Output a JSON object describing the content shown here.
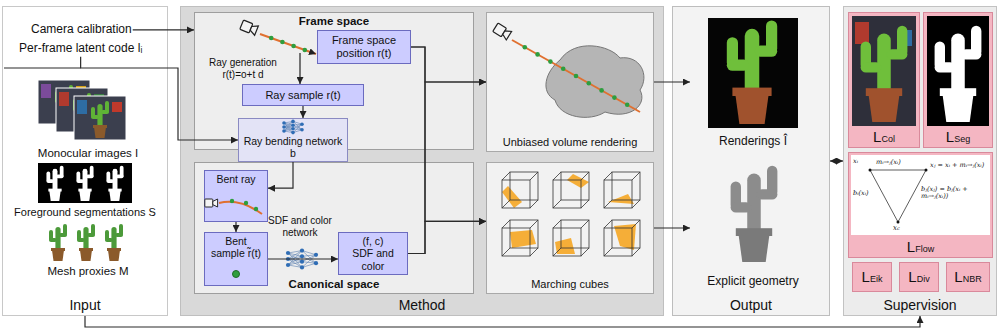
{
  "diagram": {
    "nodes": [
      {
        "text": [
          "Input"
        ]
      },
      {
        "text": [
          "Camera calibration"
        ],
        "in": 0
      },
      {
        "text": [
          "Per-frame latent code lᵢ"
        ],
        "in": 0
      },
      {
        "text": [
          "Method"
        ]
      },
      {
        "text": [
          "Frame space"
        ],
        "in": 3
      },
      {
        "text": [
          "Frame space position r(t)"
        ],
        "in": 4
      },
      {
        "text": [
          "Ray sample r(t)"
        ],
        "in": 4
      },
      {
        "text": [
          "Ray bending network b"
        ],
        "in": 3
      },
      {
        "text": [
          "Canonical space"
        ],
        "in": 3
      },
      {
        "text": [
          "Bent ray"
        ],
        "in": 8
      },
      {
        "text": [
          "Bent sample r̃(t)"
        ],
        "in": 8
      },
      {
        "text": [
          "(f, c)",
          "SDF and color"
        ],
        "in": 8
      },
      {
        "text": [
          "Unbiased volume rendering"
        ],
        "in": 3
      },
      {
        "text": [
          "Marching cubes"
        ],
        "in": 3
      },
      {
        "text": [
          "Output"
        ]
      },
      {
        "text": [
          "Renderings Î"
        ],
        "in": 14
      },
      {
        "text": [
          "Explicit geometry"
        ],
        "in": 14
      },
      {
        "text": [
          "Supervision"
        ]
      },
      {
        "text": [
          "LCol"
        ],
        "in": 17
      },
      {
        "text": [
          "LSeg"
        ],
        "in": 17
      },
      {
        "text": [
          "LFlow",
          "xᵢ",
          "mᵢ→ⱼ(xᵢ)",
          "xⱼ = xᵢ + mᵢ→ⱼ(xᵢ)",
          "bᵢ(xᵢ)",
          "bⱼ(xⱼ) = bⱼ(xᵢ + mᵢ→ⱼ(xᵢ))",
          "xc"
        ],
        "in": 17
      },
      {
        "text": [
          "LEik"
        ],
        "in": 17
      },
      {
        "text": [
          "LDiv"
        ],
        "in": 17
      },
      {
        "text": [
          "LNBR"
        ],
        "in": 17
      }
    ],
    "edges": [
      {
        "from": 1,
        "to": 4,
        "arrow": "to"
      },
      {
        "from": 2,
        "to": 7,
        "arrow": "to"
      },
      {
        "from": 6,
        "to": 7,
        "arrow": "to"
      },
      {
        "from": 7,
        "to": 9,
        "arrow": "to"
      },
      {
        "from": 9,
        "to": 10,
        "arrow": "to"
      },
      {
        "from": 10,
        "to": 11,
        "arrow": "to"
      },
      {
        "from": 5,
        "to": 12,
        "arrow": "to"
      },
      {
        "from": 5,
        "to": 13,
        "arrow": "to"
      },
      {
        "from": 11,
        "to": 12,
        "arrow": "to"
      },
      {
        "from": 11,
        "to": 13,
        "arrow": "to"
      },
      {
        "from": 12,
        "to": 15,
        "arrow": "to"
      },
      {
        "from": 13,
        "to": 16,
        "arrow": "to"
      },
      {
        "from": 14,
        "to": 17,
        "arrow": "both"
      },
      {
        "from": 0,
        "to": 17,
        "arrow": "to"
      }
    ],
    "labels": [
      "Monocular images I",
      "Foreground segmentations S",
      "Mesh proxies M",
      "Ray generation r(t)=o+t d",
      "SDF and color network"
    ]
  }
}
